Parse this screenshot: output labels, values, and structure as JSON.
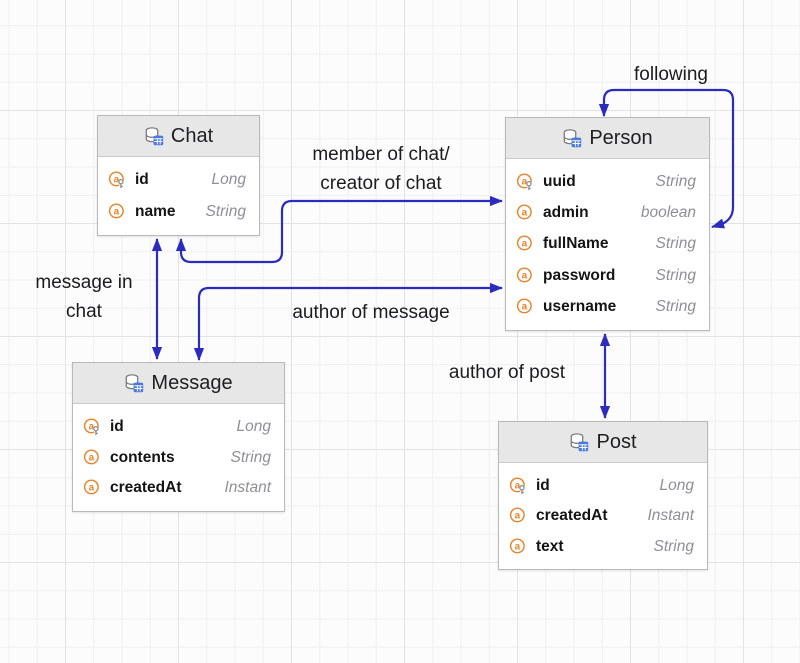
{
  "diagram": {
    "entities": [
      {
        "name": "Chat",
        "fields": [
          {
            "name": "id",
            "type": "Long",
            "pk": true
          },
          {
            "name": "name",
            "type": "String",
            "pk": false
          }
        ]
      },
      {
        "name": "Person",
        "fields": [
          {
            "name": "uuid",
            "type": "String",
            "pk": true
          },
          {
            "name": "admin",
            "type": "boolean",
            "pk": false
          },
          {
            "name": "fullName",
            "type": "String",
            "pk": false
          },
          {
            "name": "password",
            "type": "String",
            "pk": false
          },
          {
            "name": "username",
            "type": "String",
            "pk": false
          }
        ]
      },
      {
        "name": "Message",
        "fields": [
          {
            "name": "id",
            "type": "Long",
            "pk": true
          },
          {
            "name": "contents",
            "type": "String",
            "pk": false
          },
          {
            "name": "createdAt",
            "type": "Instant",
            "pk": false
          }
        ]
      },
      {
        "name": "Post",
        "fields": [
          {
            "name": "id",
            "type": "Long",
            "pk": true
          },
          {
            "name": "createdAt",
            "type": "Instant",
            "pk": false
          },
          {
            "name": "text",
            "type": "String",
            "pk": false
          }
        ]
      }
    ],
    "relationships": [
      {
        "label": "following",
        "from": "Person",
        "to": "Person"
      },
      {
        "label": "member of chat/\ncreator of chat",
        "from": "Chat",
        "to": "Person"
      },
      {
        "label": "message in\nchat",
        "from": "Chat",
        "to": "Message"
      },
      {
        "label": "author of message",
        "from": "Message",
        "to": "Person"
      },
      {
        "label": "author of post",
        "from": "Person",
        "to": "Post"
      }
    ],
    "colors": {
      "arrow": "#2b2bbd",
      "attribute_icon_orange": "#e8832c",
      "key_icon_gray": "#8a8a8a",
      "table_icon_blue": "#4a79e2",
      "entity_header_bg": "#e7e7e7",
      "entity_border": "#b9b9b9",
      "type_text_gray": "#8d8f92",
      "grid_line": "#f0f0f1"
    }
  }
}
